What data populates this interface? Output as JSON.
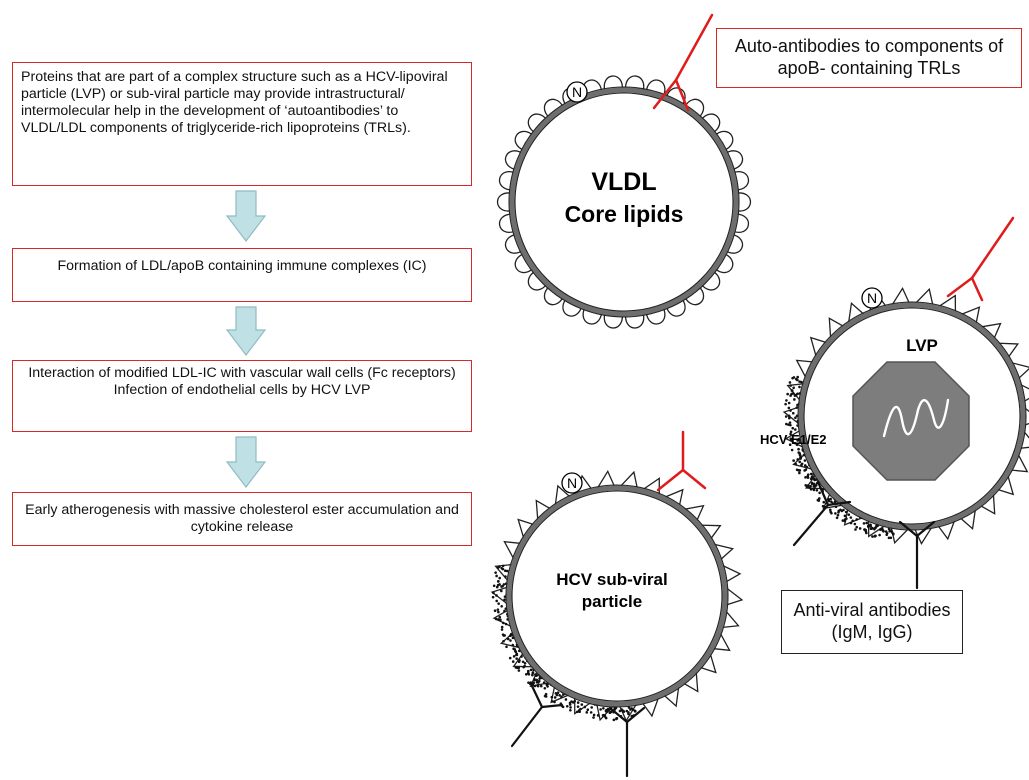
{
  "flow": {
    "box1": "Proteins that are part of a complex structure such as a HCV-lipoviral particle (LVP) or sub-viral particle may provide intrastructural/ intermolecular help in the development of ‘autoantibodies’ to VLDL/LDL components of triglyceride-rich lipoproteins (TRLs).",
    "box2": "Formation of LDL/apoB containing immune complexes (IC)",
    "box3_line1": "Interaction of modified LDL-IC with vascular wall cells (Fc receptors)",
    "box3_line2": "Infection of endothelial cells by HCV LVP",
    "box4": "Early atherogenesis with massive cholesterol ester accumulation and cytokine release"
  },
  "labels": {
    "autoantibodies": "Auto-antibodies to components of apoB- containing TRLs",
    "antiviral": "Anti-viral antibodies (IgM, IgG)",
    "vldl_line1": "VLDL",
    "vldl_line2": "Core lipids",
    "lvp": "LVP",
    "hcv_e": "HCV E1/E2",
    "subviral_line1": "HCV sub-viral",
    "subviral_line2": "particle",
    "n_marker": "N"
  },
  "colors": {
    "box_border": "#d42a2a",
    "arrow_fill": "#bfe0e4",
    "arrow_stroke": "#8fbcc2",
    "particle_ring": "#6e6e6e",
    "autoantibody": "#e01b1b",
    "antibody": "#111111",
    "octagon": "#7d7d7d"
  }
}
